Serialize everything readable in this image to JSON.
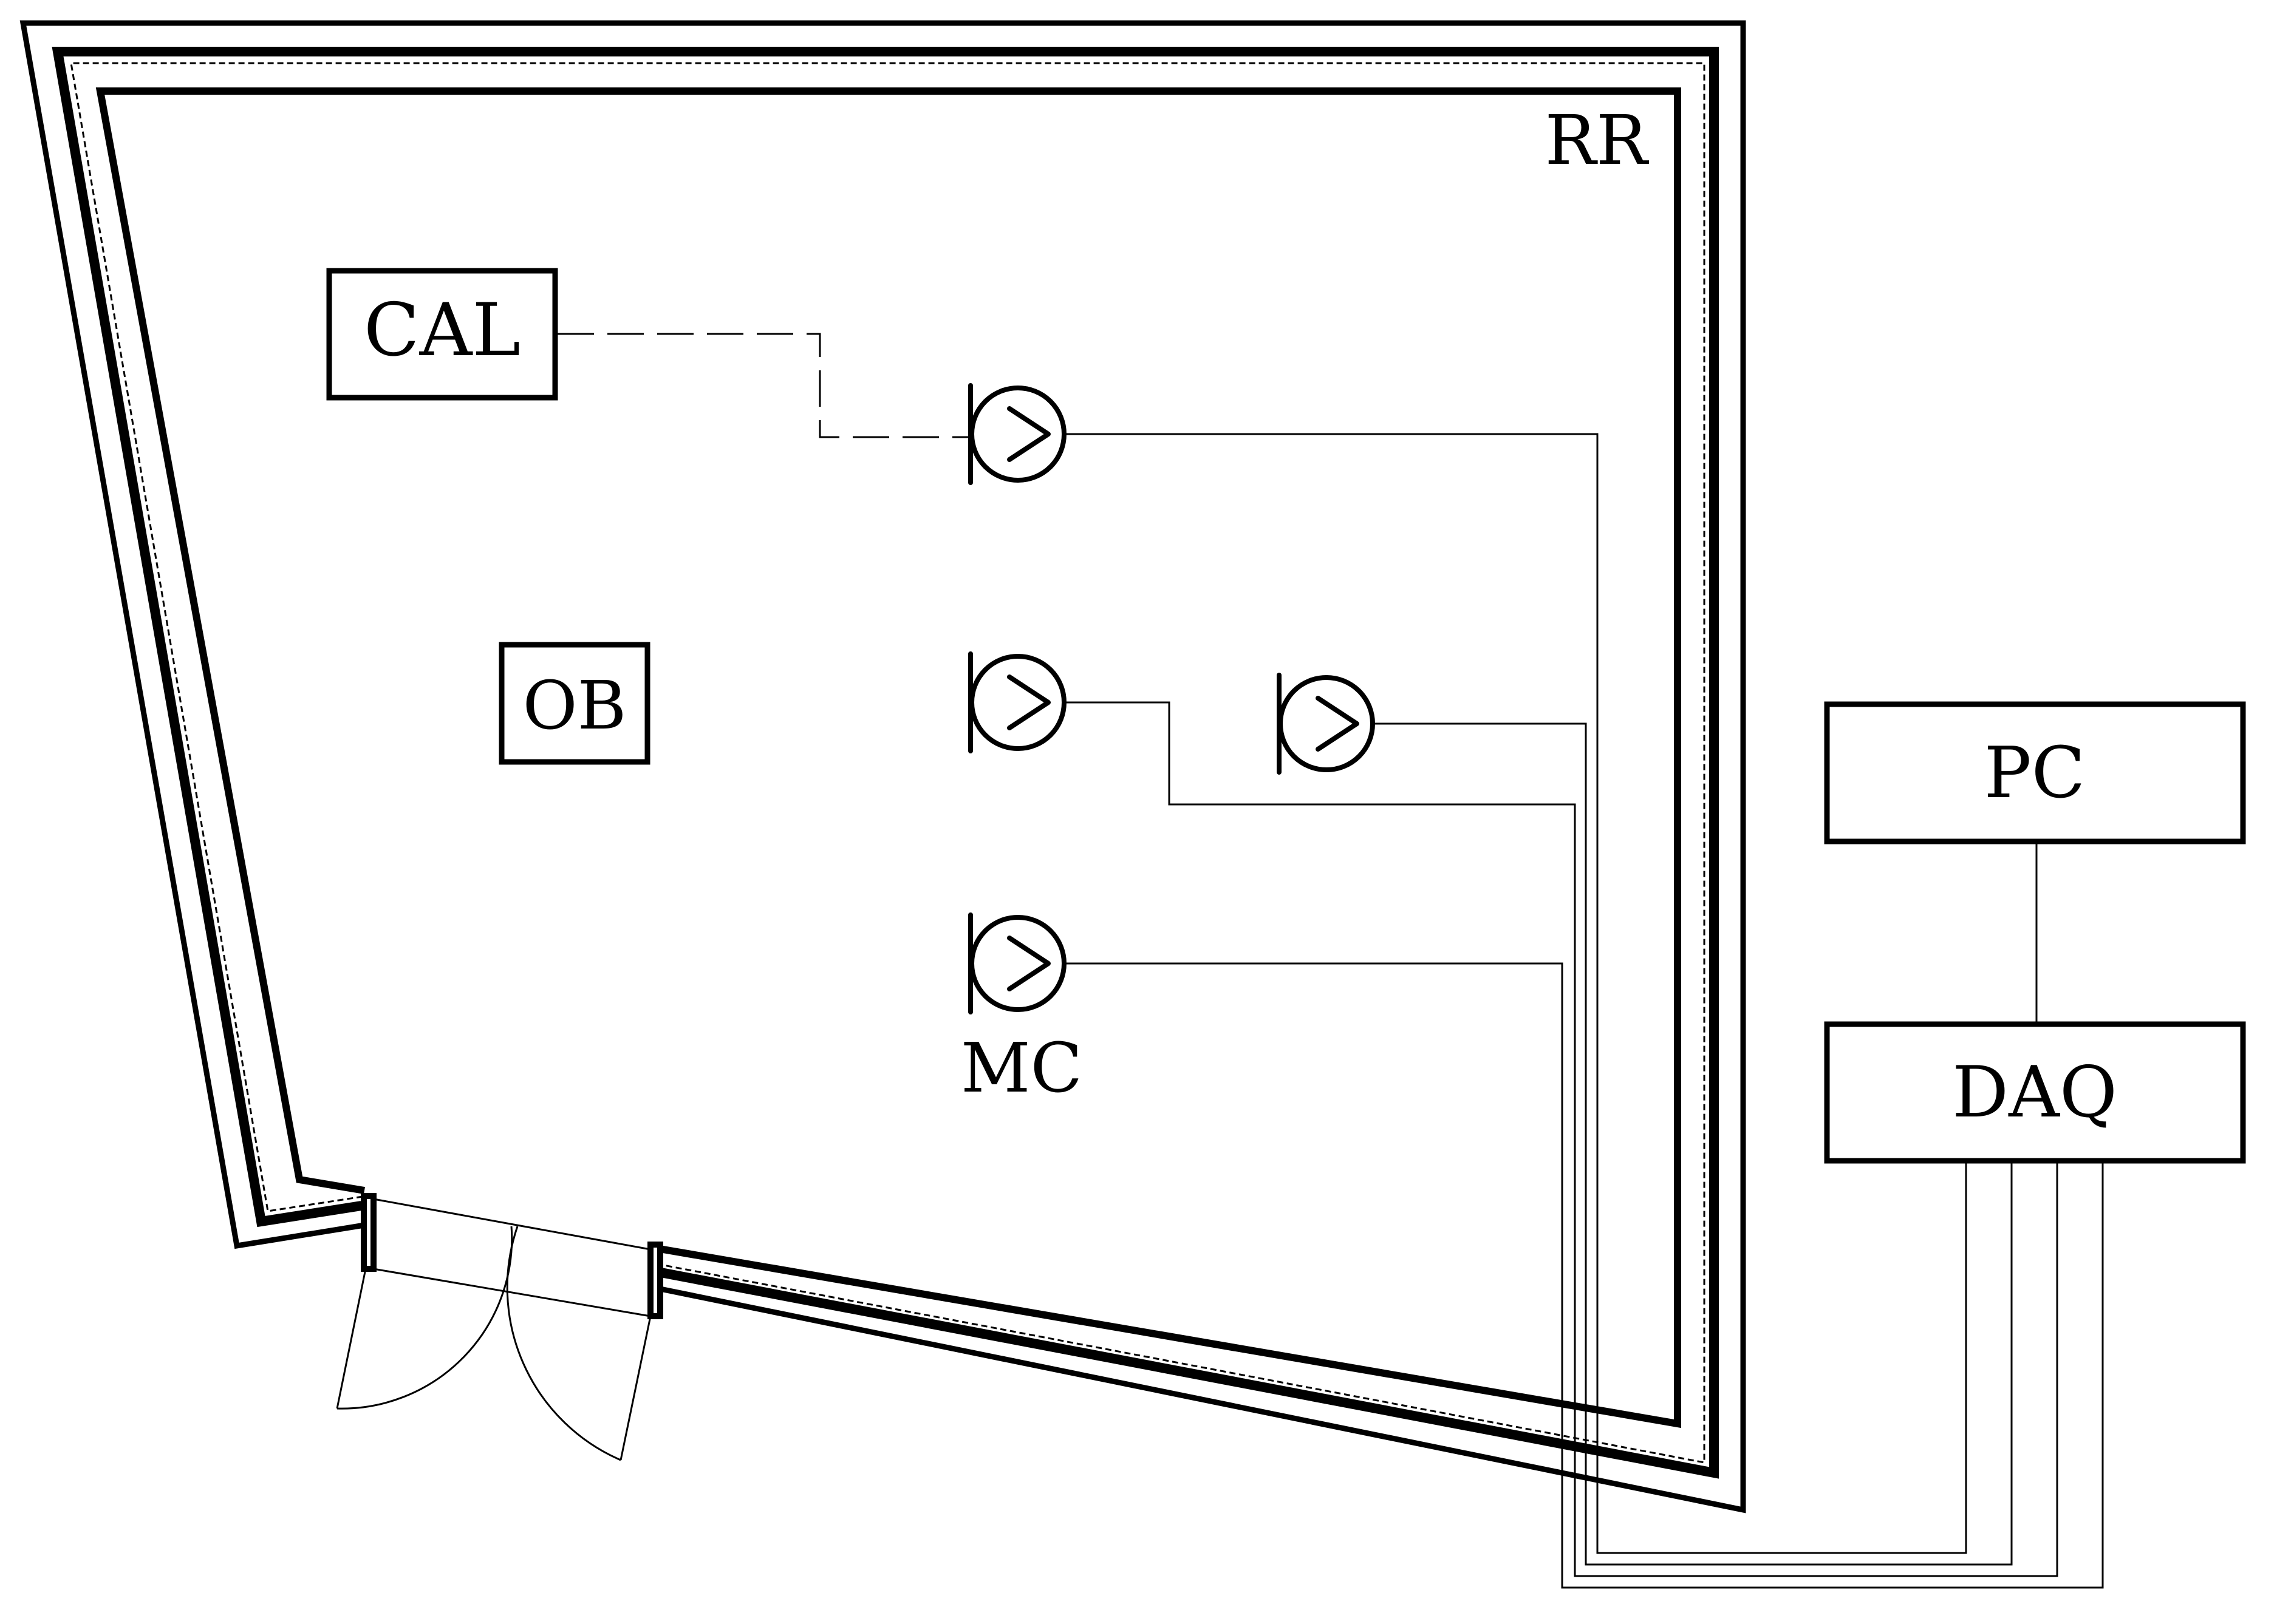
{
  "labels": {
    "room": "RR",
    "calibrator": "CAL",
    "object": "OB",
    "microphone": "MC",
    "pc": "PC",
    "daq": "DAQ"
  },
  "colors": {
    "line": "#000000",
    "background": "#ffffff"
  },
  "icons": {
    "microphone": "microphone-icon",
    "door": "double-door-icon"
  }
}
